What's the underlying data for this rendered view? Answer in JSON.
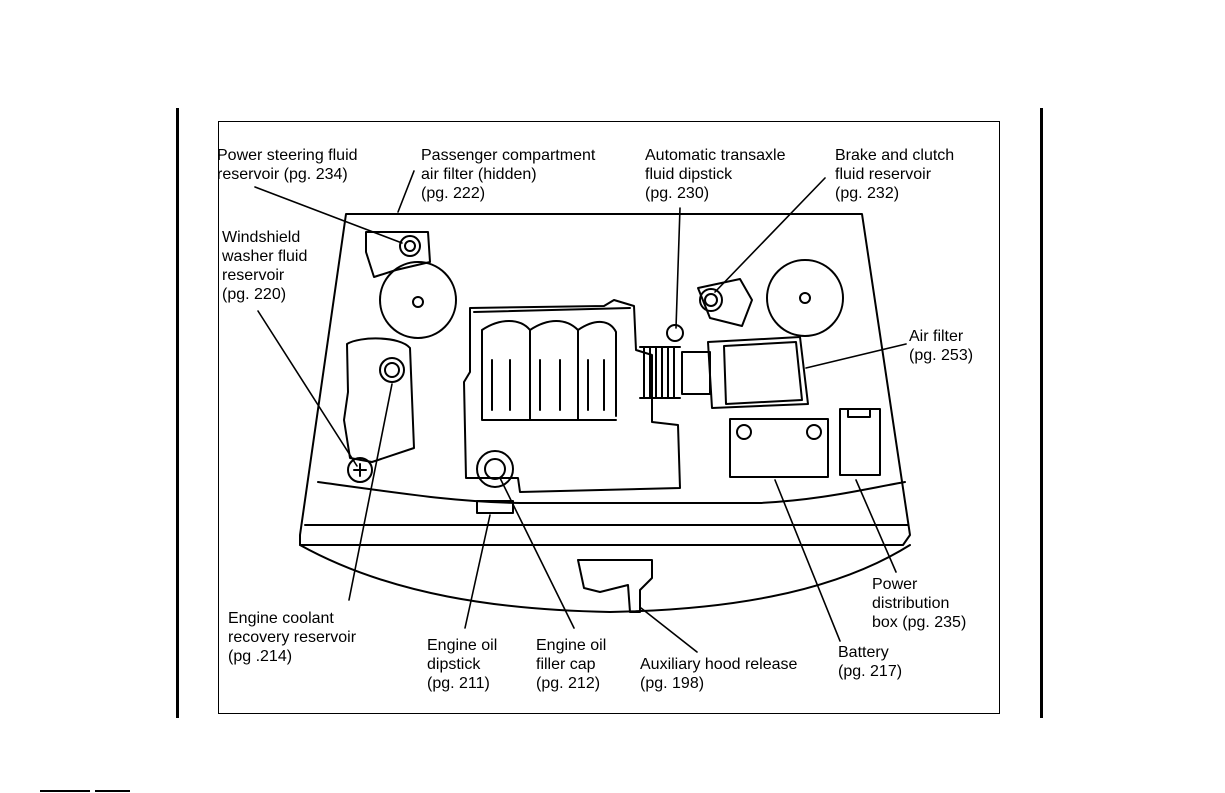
{
  "labels": {
    "power_steering": "Power steering fluid\nreservoir (pg. 234)",
    "passenger_filter": "Passenger compartment\nair filter (hidden)\n(pg. 222)",
    "transaxle_dipstick": "Automatic transaxle\nfluid dipstick\n(pg. 230)",
    "brake_clutch": "Brake and clutch\nfluid reservoir\n(pg. 232)",
    "washer": "Windshield\nwasher fluid\nreservoir\n(pg. 220)",
    "air_filter": "Air filter\n(pg. 253)",
    "coolant": "Engine coolant\nrecovery reservoir\n(pg .214)",
    "oil_dipstick": "Engine oil\ndipstick\n(pg. 211)",
    "oil_filler": "Engine oil\nfiller cap\n(pg. 212)",
    "hood_release": "Auxiliary hood release\n(pg. 198)",
    "battery": "Battery\n(pg. 217)",
    "power_distribution": "Power\ndistribution\nbox (pg. 235)"
  }
}
